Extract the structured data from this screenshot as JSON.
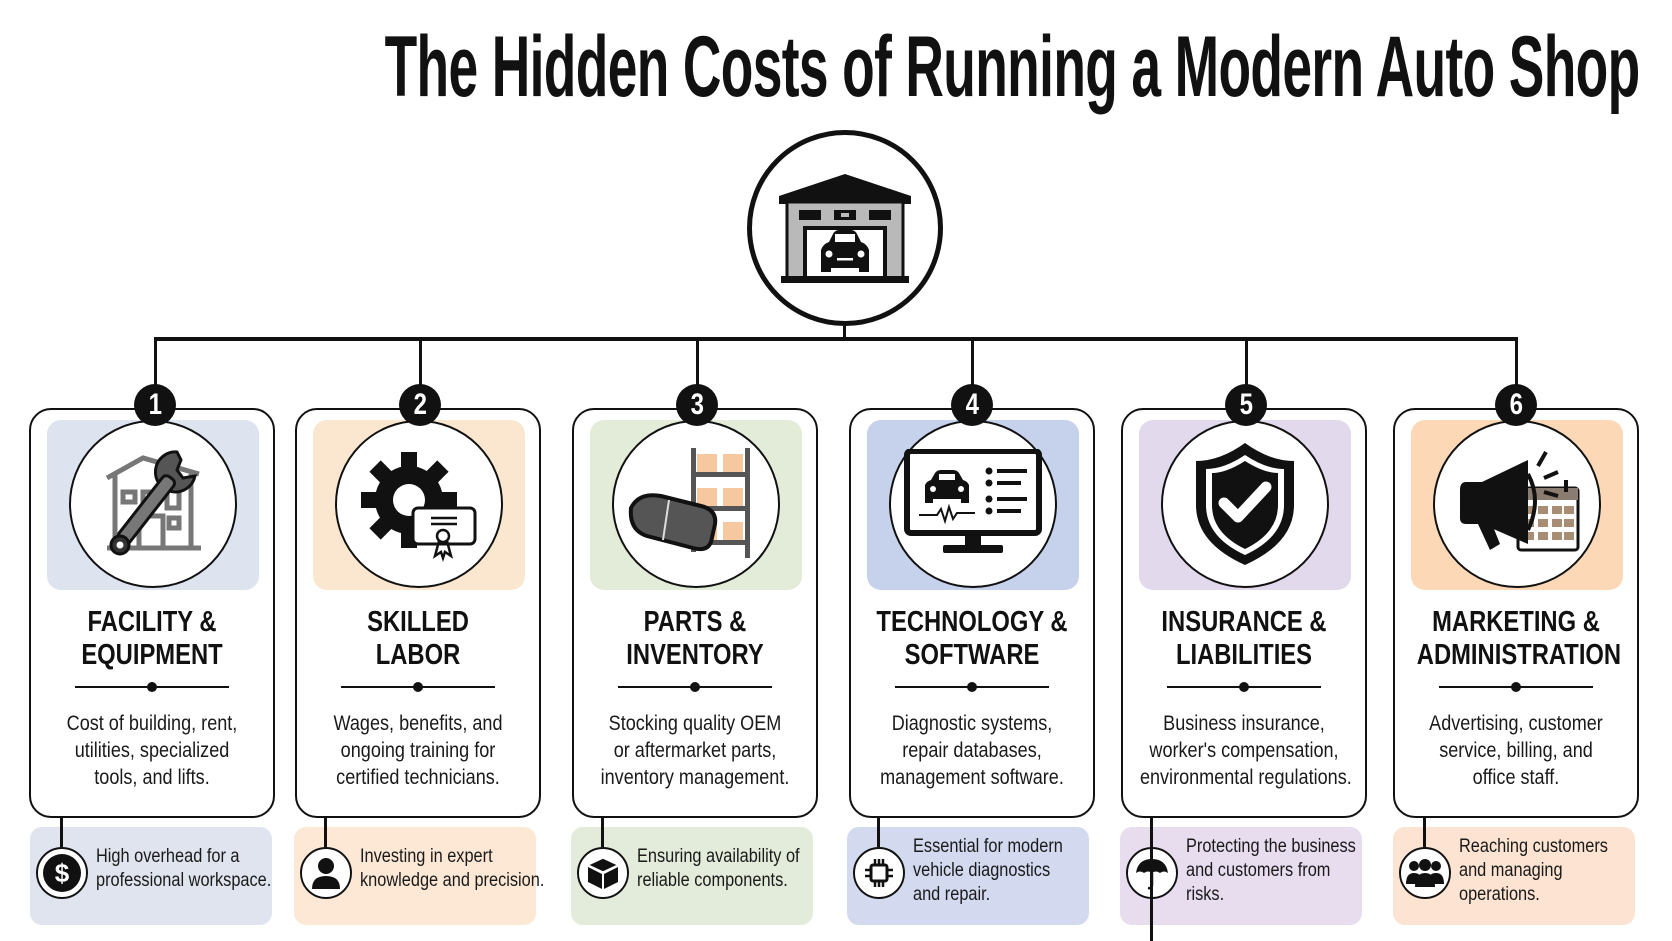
{
  "title": "The Hidden Costs of Running a Modern Auto Shop",
  "hub": {
    "icon": "garage-with-car-icon"
  },
  "colors": {
    "line": "#111111",
    "panel_blue_gray": "#dde3ef",
    "panel_peach": "#fbe6d0",
    "panel_green": "#e2ecd9",
    "panel_blue": "#c6d2ec",
    "panel_lavender": "#e2d9ec",
    "panel_orange": "#fcd8b6"
  },
  "categories": [
    {
      "number": "1",
      "heading": [
        "FACILITY &",
        "EQUIPMENT"
      ],
      "icon": "wrench-building-icon",
      "description": [
        "Cost of building, rent,",
        "utilities, specialized",
        "tools, and lifts."
      ],
      "footer_icon": "dollar-icon",
      "footer_text": [
        "High overhead for a",
        "professional workspace."
      ],
      "panel_color": "#dde3ef",
      "footer_color": "#dfe4ee"
    },
    {
      "number": "2",
      "heading": [
        "SKILLED",
        "LABOR"
      ],
      "icon": "gear-certificate-icon",
      "description": [
        "Wages, benefits, and",
        "ongoing training for",
        "certified technicians."
      ],
      "footer_icon": "person-icon",
      "footer_text": [
        "Investing in expert",
        "knowledge and precision."
      ],
      "panel_color": "#fbe6d0",
      "footer_color": "#fce8d5"
    },
    {
      "number": "3",
      "heading": [
        "PARTS &",
        "INVENTORY"
      ],
      "icon": "brake-pad-shelf-icon",
      "description": [
        "Stocking quality OEM",
        "or aftermarket parts,",
        "inventory management."
      ],
      "footer_icon": "box-icon",
      "footer_text": [
        "Ensuring availability of",
        "reliable components."
      ],
      "panel_color": "#e2ecd9",
      "footer_color": "#e3ecda"
    },
    {
      "number": "4",
      "heading": [
        "TECHNOLOGY &",
        "SOFTWARE"
      ],
      "icon": "monitor-diagnostics-icon",
      "description": [
        "Diagnostic systems,",
        "repair databases,",
        "management software."
      ],
      "footer_icon": "chip-icon",
      "footer_text": [
        "Essential for modern",
        "vehicle diagnostics",
        "and repair."
      ],
      "panel_color": "#c6d2ec",
      "footer_color": "#d3d9ef"
    },
    {
      "number": "5",
      "heading": [
        "INSURANCE &",
        "LIABILITIES"
      ],
      "icon": "shield-check-icon",
      "description": [
        "Business insurance,",
        "worker's compensation,",
        "environmental regulations."
      ],
      "footer_icon": "umbrella-icon",
      "footer_text": [
        "Protecting the business",
        "and customers from",
        "risks."
      ],
      "panel_color": "#e2d9ec",
      "footer_color": "#e8ddef"
    },
    {
      "number": "6",
      "heading": [
        "MARKETING &",
        "ADMINISTRATION"
      ],
      "icon": "megaphone-calendar-icon",
      "description": [
        "Advertising, customer",
        "service, billing, and",
        "office staff."
      ],
      "footer_icon": "group-icon",
      "footer_text": [
        "Reaching customers",
        "and managing",
        "operations."
      ],
      "panel_color": "#fcd8b6",
      "footer_color": "#fde3d1"
    }
  ]
}
